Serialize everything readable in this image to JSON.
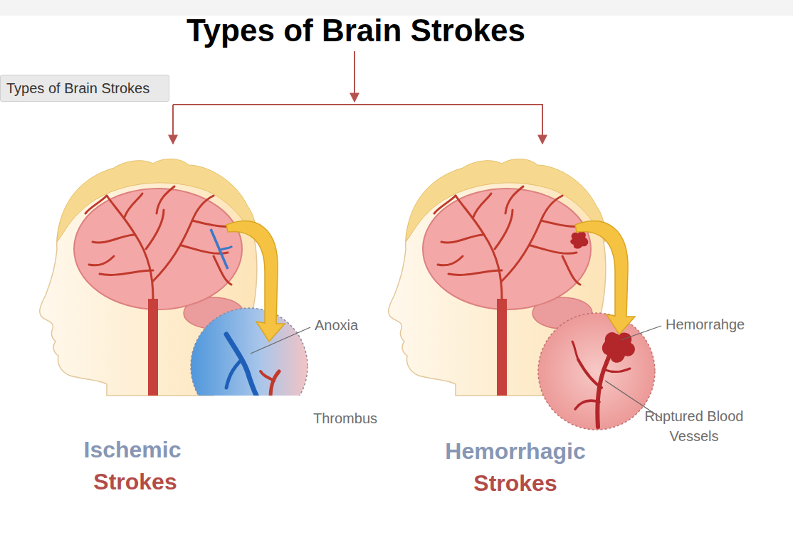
{
  "diagram": {
    "title": "Types of Brain Strokes",
    "nodes": [
      {
        "text": [
          "Types of Brain Strokes"
        ]
      }
    ],
    "labels": [
      "Anoxia",
      "Thrombus",
      "Hemorrahge",
      "Ruptured Blood Vessels",
      "Ischemic",
      "Strokes",
      "Hemorrhagic",
      "Strokes"
    ]
  }
}
